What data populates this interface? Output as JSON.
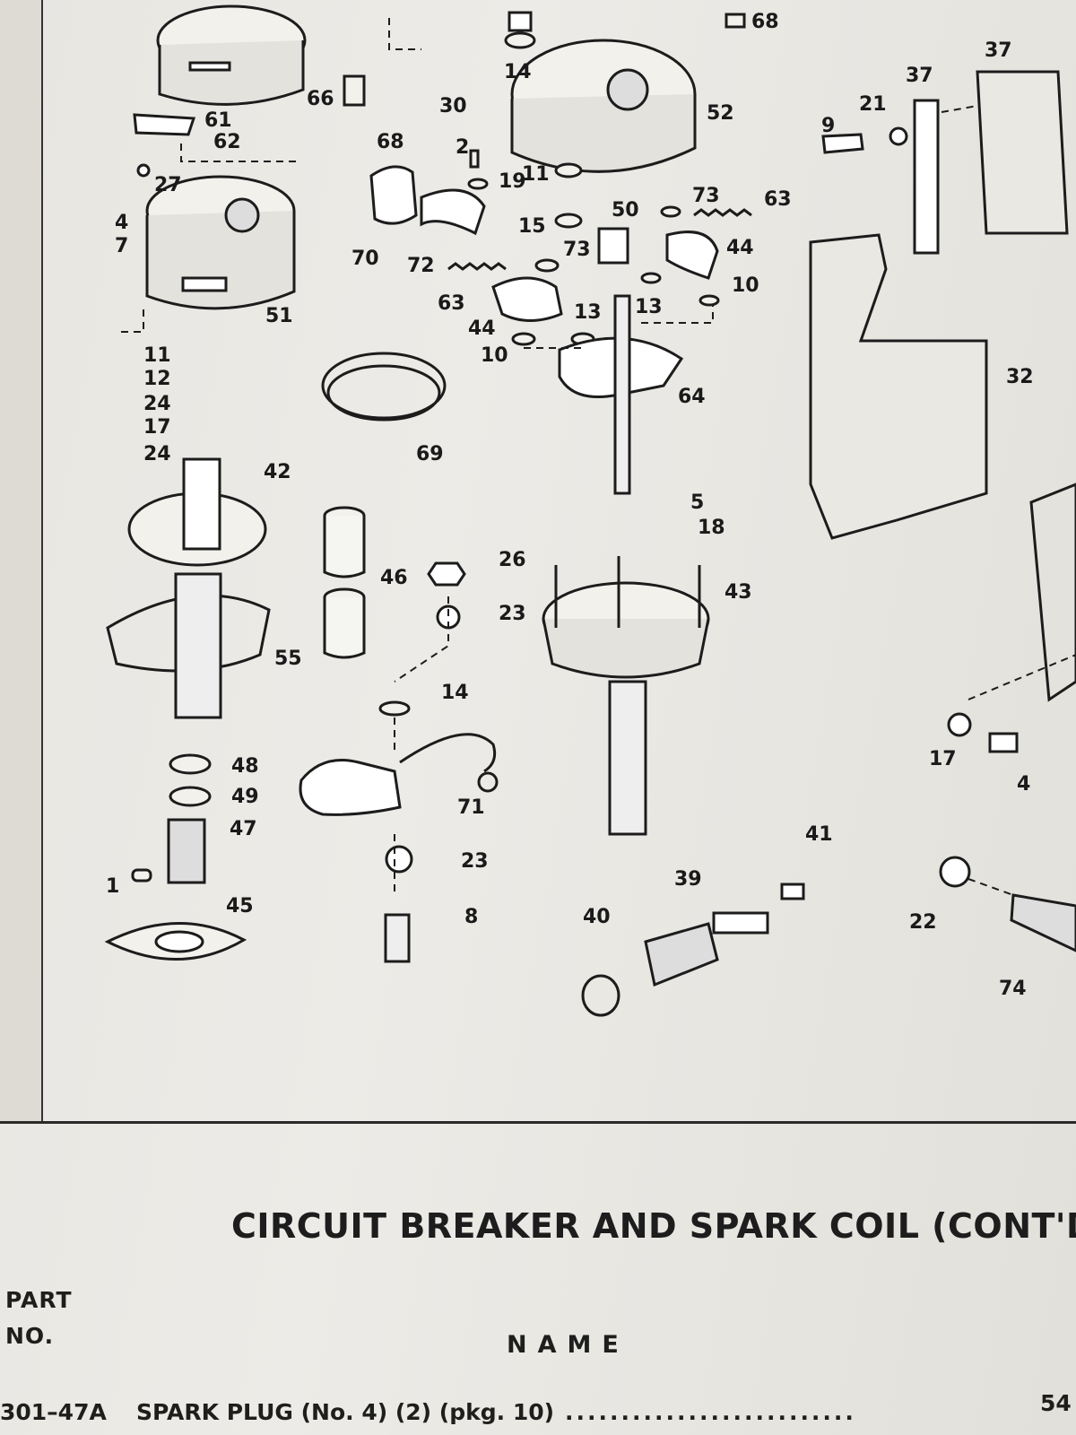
{
  "callouts": {
    "c68a": "68",
    "c37a": "37",
    "c37b": "37",
    "c21": "21",
    "c9": "9",
    "c52": "52",
    "c14a": "14",
    "c30": "30",
    "c61": "61",
    "c62": "62",
    "c66": "66",
    "c68b": "68",
    "c27": "27",
    "c4a": "4",
    "c7": "7",
    "c2": "2",
    "c19": "19",
    "c11a": "11",
    "c15": "15",
    "c50": "50",
    "c73a": "73",
    "c63a": "63",
    "c44a": "44",
    "c70": "70",
    "c72": "72",
    "c73b": "73",
    "c63b": "63",
    "c13a": "13",
    "c13b": "13",
    "c10a": "10",
    "c44b": "44",
    "c51": "51",
    "c10b": "10",
    "c64": "64",
    "c11b": "11",
    "c12": "12",
    "c24a": "24",
    "c17a": "17",
    "c24b": "24",
    "c69": "69",
    "c32": "32",
    "c42": "42",
    "c5": "5",
    "c18": "18",
    "c26": "26",
    "c46": "46",
    "c23a": "23",
    "c43": "43",
    "c55": "55",
    "c14b": "14",
    "c48": "48",
    "c49": "49",
    "c71": "71",
    "c17b": "17",
    "c4b": "4",
    "c47": "47",
    "c23b": "23",
    "c41": "41",
    "c39": "39",
    "c1": "1",
    "c45": "45",
    "c8": "8",
    "c40": "40",
    "c22": "22",
    "c74": "74"
  },
  "section": {
    "title": "CIRCUIT BREAKER AND SPARK COIL (CONT'D)",
    "col_part_line1": "PART",
    "col_part_line2": "NO.",
    "col_name": "NAME"
  },
  "rows": [
    {
      "part_no": "301–47A",
      "name": "SPARK PLUG (No. 4) (2) (pkg. 10)",
      "dots": "..........................",
      "page": "54"
    }
  ]
}
